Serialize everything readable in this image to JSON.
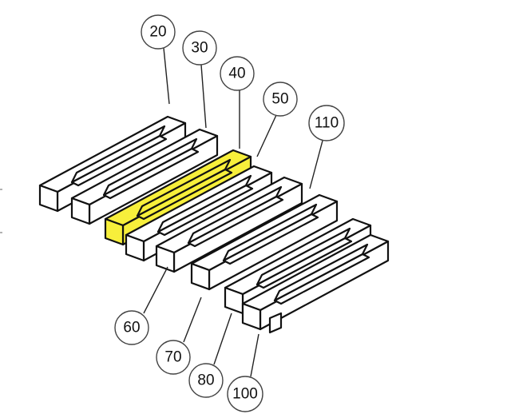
{
  "diagram": {
    "highlight_color": "#f7ef3b",
    "callouts": [
      {
        "label": "20"
      },
      {
        "label": "30"
      },
      {
        "label": "40"
      },
      {
        "label": "50"
      },
      {
        "label": "110"
      },
      {
        "label": "60"
      },
      {
        "label": "70"
      },
      {
        "label": "80"
      },
      {
        "label": "100"
      }
    ],
    "highlighted_part": "40"
  }
}
